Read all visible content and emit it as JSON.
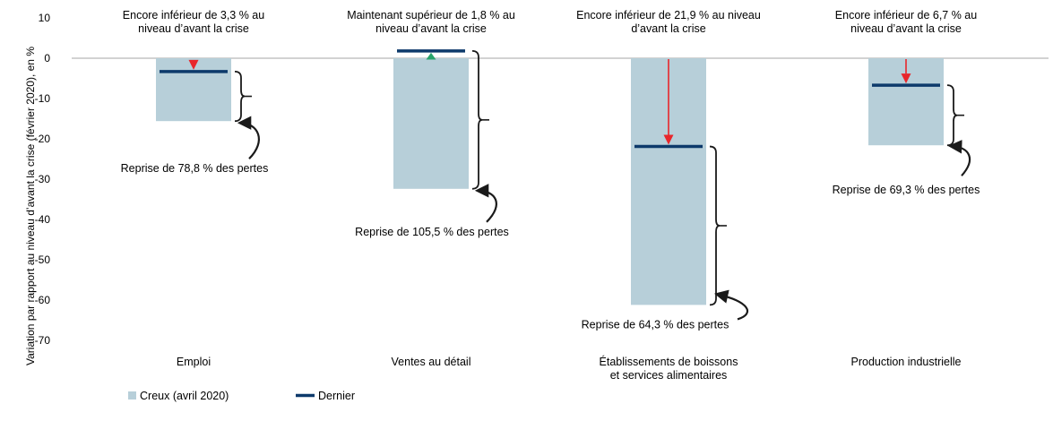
{
  "chart_data": {
    "type": "bar",
    "ylabel": "Variation par rapport au niveau d’avant la crise (février 2020), en %",
    "ylim": [
      -70,
      10
    ],
    "yticks": [
      10,
      0,
      -10,
      -20,
      -30,
      -40,
      -50,
      -60,
      -70
    ],
    "categories": [
      [
        "Emploi"
      ],
      [
        "Ventes au détail"
      ],
      [
        "Établissements de boissons",
        "et services alimentaires"
      ],
      [
        "Production industrielle"
      ]
    ],
    "series": [
      {
        "name": "Creux (avril 2020)",
        "type": "bar",
        "color": "#b7cfd9",
        "values": [
          -15.6,
          -32.4,
          -61.2,
          -21.6
        ]
      },
      {
        "name": "Dernier",
        "type": "marker",
        "color": "#0d3a6b",
        "values": [
          -3.3,
          1.8,
          -21.9,
          -6.7
        ]
      }
    ],
    "top_annotations": [
      [
        "Encore inférieur de 3,3 % au",
        "niveau d’avant la crise"
      ],
      [
        "Maintenant supérieur de 1,8 % au",
        "niveau d’avant la crise"
      ],
      [
        "Encore inférieur de 21,9 % au niveau",
        "d’avant la crise"
      ],
      [
        "Encore inférieur de 6,7 % au",
        "niveau d’avant la crise"
      ]
    ],
    "recovery_annotations": [
      "Reprise de 78,8 % des pertes",
      "Reprise de 105,5 % des pertes",
      "Reprise de 64,3 % des pertes",
      "Reprise de 69,3 % des pertes"
    ],
    "arrow_colors": [
      "#e8262b",
      "#27a36a",
      "#e8262b",
      "#e8262b"
    ],
    "legend_position": "bottom-left",
    "grid": false
  }
}
